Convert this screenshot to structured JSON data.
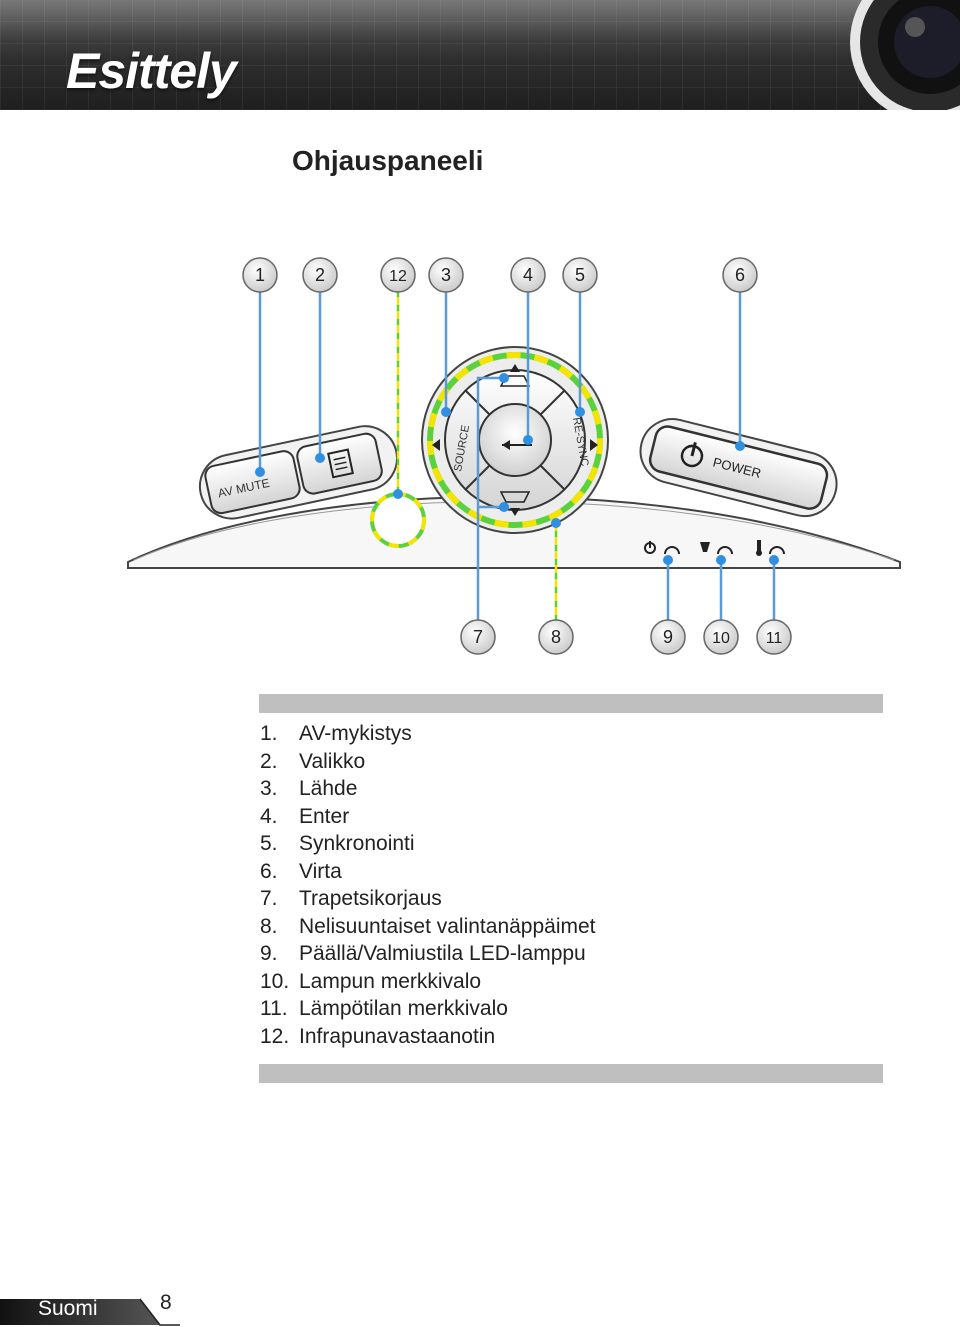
{
  "header": {
    "title": "Esittely"
  },
  "section": {
    "title": "Ohjauspaneeli"
  },
  "callouts": {
    "c1": "1",
    "c2": "2",
    "c3": "3",
    "c4": "4",
    "c5": "5",
    "c6": "6",
    "c7": "7",
    "c8": "8",
    "c9": "9",
    "c10": "10",
    "c11": "11",
    "c12": "12"
  },
  "panel": {
    "av_mute_label": "AV MUTE",
    "source_label": "SOURCE",
    "resync_label": "RE-SYNC",
    "power_label": "POWER"
  },
  "legend": [
    {
      "num": "1.",
      "label": "AV-mykistys"
    },
    {
      "num": "2.",
      "label": "Valikko"
    },
    {
      "num": "3.",
      "label": "Lähde"
    },
    {
      "num": "4.",
      "label": "Enter"
    },
    {
      "num": "5.",
      "label": "Synkronointi"
    },
    {
      "num": "6.",
      "label": "Virta"
    },
    {
      "num": "7.",
      "label": "Trapetsikorjaus"
    },
    {
      "num": "8.",
      "label": "Nelisuuntaiset valintanäppäimet"
    },
    {
      "num": "9.",
      "label": "Päällä/Valmiustila LED-lamppu"
    },
    {
      "num": "10.",
      "label": "Lampun merkkivalo"
    },
    {
      "num": "11.",
      "label": "Lämpötilan merkkivalo"
    },
    {
      "num": "12.",
      "label": "Infrapunavastaanotin"
    }
  ],
  "footer": {
    "language": "Suomi",
    "page": "8"
  },
  "colors": {
    "callout_line": "#5b9bd5",
    "highlight_yellow": "#f5e400",
    "highlight_green": "#5bd23c"
  }
}
